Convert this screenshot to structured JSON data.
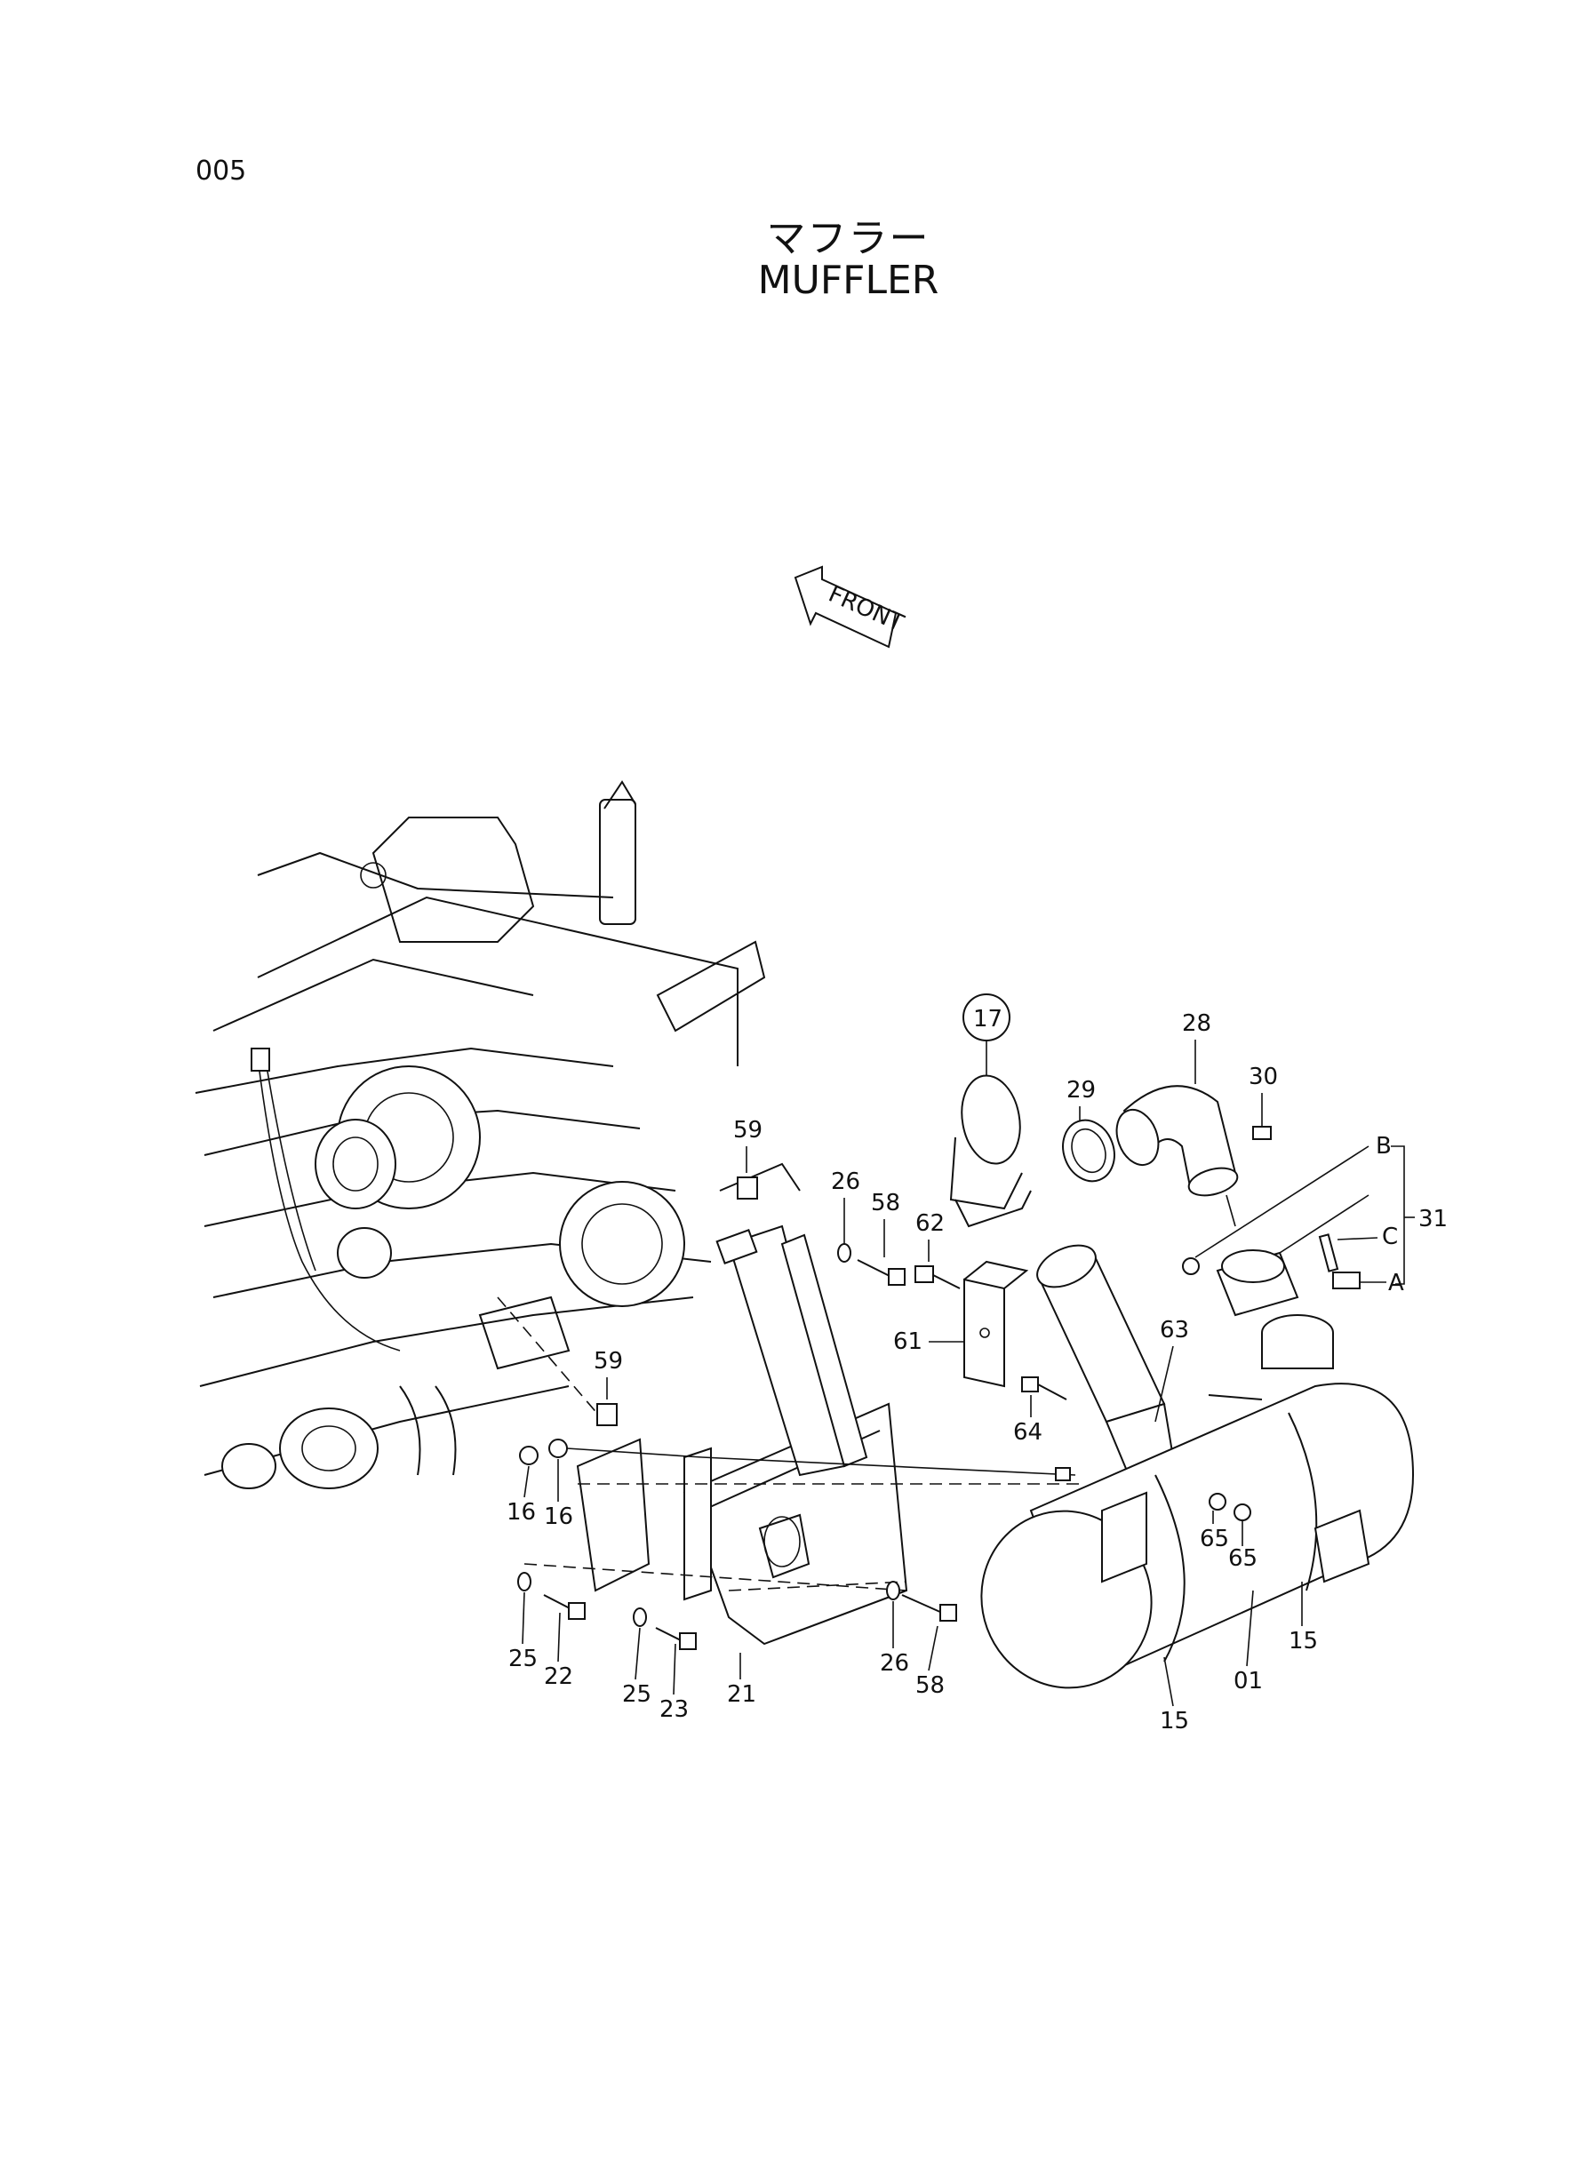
{
  "page_code": "005",
  "title_jp": "マフラー",
  "title_en": "MUFFLER",
  "front_label": "FRONT",
  "callouts": {
    "c17": "17",
    "c28": "28",
    "c29": "29",
    "c30": "30",
    "c31": "31",
    "cB": "B",
    "cC": "C",
    "cA": "A",
    "c59a": "59",
    "c59b": "59",
    "c26a": "26",
    "c26b": "26",
    "c58a": "58",
    "c58b": "58",
    "c62": "62",
    "c61": "61",
    "c63": "63",
    "c64": "64",
    "c65a": "65",
    "c65b": "65",
    "c16a": "16",
    "c16b": "16",
    "c25a": "25",
    "c25b": "25",
    "c22": "22",
    "c23": "23",
    "c21": "21",
    "c01": "01",
    "c15a": "15",
    "c15b": "15"
  }
}
